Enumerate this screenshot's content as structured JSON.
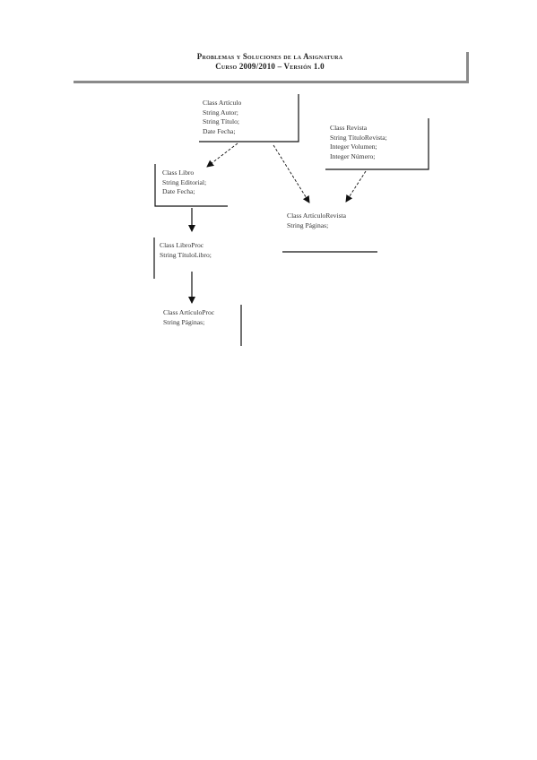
{
  "header": {
    "line1": "Problemas y Soluciones de la Asignatura",
    "line2": "Curso 2009/2010 – Versión 1.0"
  },
  "classes": {
    "articulo": [
      "Class Artículo",
      "String Autor;",
      "String Título;",
      "Date Fecha;"
    ],
    "revista": [
      "Class Revista",
      "String TítuloRevista;",
      "Integer Volumen;",
      "Integer Número;"
    ],
    "libro": [
      "Class Libro",
      "String Editorial;",
      "Date Fecha;"
    ],
    "articulo_revista": [
      "Class ArtículoRevista",
      "String Páginas;"
    ],
    "libro_proc": [
      "Class LibroProc",
      "String TítuloLibro;"
    ],
    "articulo_proc": [
      "Class ArtículoProc",
      "String Páginas;"
    ]
  }
}
